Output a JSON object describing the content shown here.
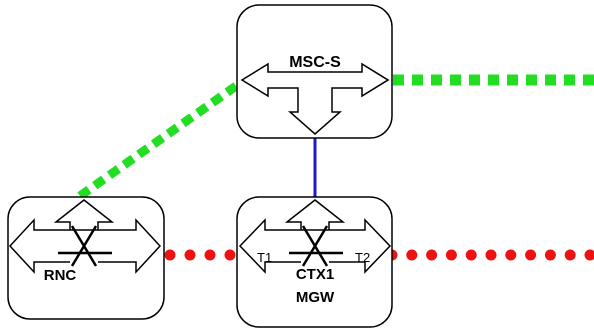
{
  "nodes": {
    "msc": {
      "label": "MSC-S"
    },
    "rnc": {
      "label": "RNC"
    },
    "mgw": {
      "label_line1": "CTX1",
      "label_line2": "MGW",
      "port_left": "T1",
      "port_right": "T2"
    }
  },
  "links": {
    "rnc_to_msc": {
      "style": "dashed",
      "color": "#22dd22"
    },
    "msc_to_right": {
      "style": "dashed",
      "color": "#22dd22"
    },
    "msc_to_mgw": {
      "style": "solid",
      "color": "#1a1acc"
    },
    "rnc_to_mgw": {
      "style": "dotted",
      "color": "#ee1111"
    },
    "mgw_to_right": {
      "style": "dotted",
      "color": "#ee1111"
    }
  }
}
